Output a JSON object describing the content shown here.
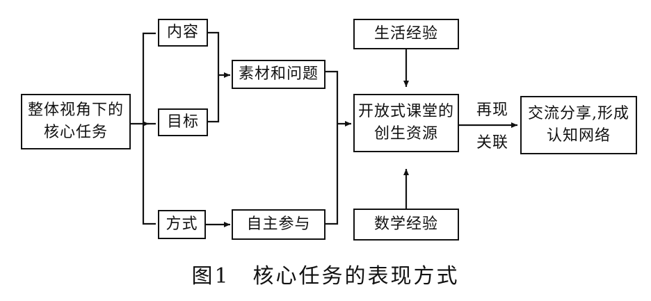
{
  "diagram": {
    "core_task": "整体视角下的\n核心任务",
    "content": "内容",
    "goal": "目标",
    "method": "方式",
    "material_problem": "素材和问题",
    "self_participation": "自主参与",
    "life_experience": "生活经验",
    "open_class": "开放式课堂的\n创生资源",
    "math_experience": "数学经验",
    "reproduce": "再现",
    "associate": "关联",
    "result": "交流分享,形成\n认知网络"
  },
  "caption": "图1　核心任务的表现方式"
}
